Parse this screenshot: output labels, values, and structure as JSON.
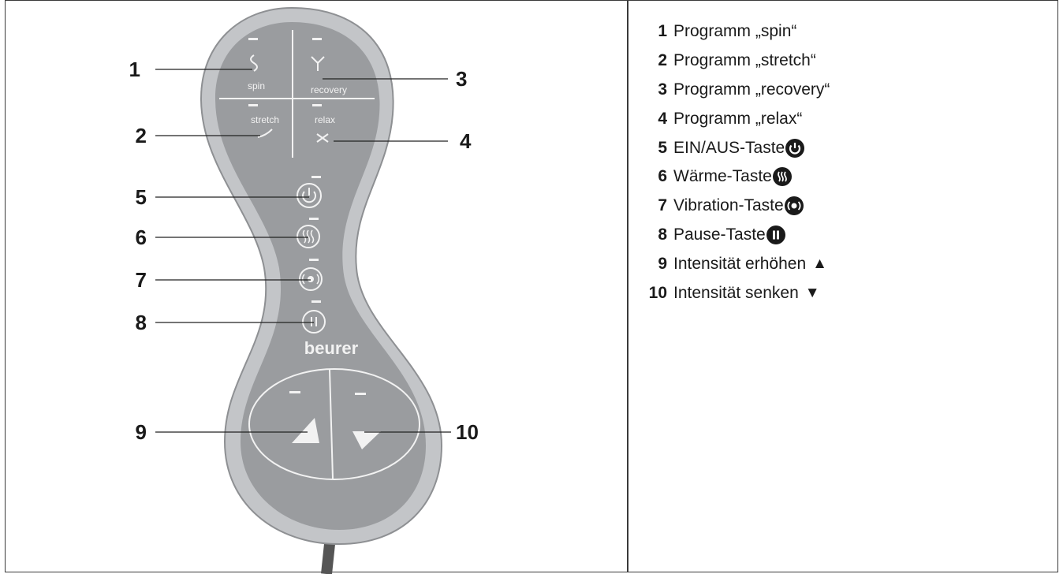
{
  "device": {
    "button_labels": {
      "spin": "spin",
      "recovery": "recovery",
      "stretch": "stretch",
      "relax": "relax"
    },
    "brand": "beurer",
    "colors": {
      "body": "#a7a9ac",
      "face": "#939598",
      "rim": "#c3c5c8",
      "line": "#f2f2f2",
      "callout": "#222222"
    }
  },
  "callouts": [
    {
      "number": "1",
      "points_to": "spin-button"
    },
    {
      "number": "2",
      "points_to": "stretch-button"
    },
    {
      "number": "3",
      "points_to": "recovery-button"
    },
    {
      "number": "4",
      "points_to": "relax-button"
    },
    {
      "number": "5",
      "points_to": "power-button"
    },
    {
      "number": "6",
      "points_to": "heat-button"
    },
    {
      "number": "7",
      "points_to": "vibration-button"
    },
    {
      "number": "8",
      "points_to": "pause-button"
    },
    {
      "number": "9",
      "points_to": "intensity-up-button"
    },
    {
      "number": "10",
      "points_to": "intensity-down-button"
    }
  ],
  "legend": [
    {
      "number": "1",
      "text": "Programm „spin“"
    },
    {
      "number": "2",
      "text": "Programm „stretch“"
    },
    {
      "number": "3",
      "text": "Programm „recovery“"
    },
    {
      "number": "4",
      "text": "Programm „relax“"
    },
    {
      "number": "5",
      "text": "EIN/AUS-Taste",
      "icon": "power-icon"
    },
    {
      "number": "6",
      "text": "Wärme-Taste",
      "icon": "heat-icon"
    },
    {
      "number": "7",
      "text": "Vibration-Taste",
      "icon": "vibration-icon"
    },
    {
      "number": "8",
      "text": "Pause-Taste",
      "icon": "pause-icon"
    },
    {
      "number": "9",
      "text": "Intensität erhöhen",
      "symbol": "▲"
    },
    {
      "number": "10",
      "text": "Intensität senken",
      "symbol": "▼"
    }
  ]
}
